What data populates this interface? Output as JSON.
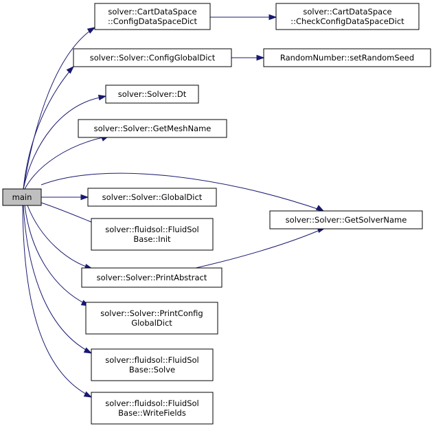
{
  "graph": {
    "nodes": {
      "main": {
        "lines": [
          "main"
        ]
      },
      "cds_config": {
        "lines": [
          "solver::CartDataSpace",
          "::ConfigDataSpaceDict"
        ]
      },
      "cds_check": {
        "lines": [
          "solver::CartDataSpace",
          "::CheckConfigDataSpaceDict"
        ]
      },
      "config_global": {
        "lines": [
          "solver::Solver::ConfigGlobalDict"
        ]
      },
      "random_seed": {
        "lines": [
          "RandomNumber::setRandomSeed"
        ]
      },
      "dt": {
        "lines": [
          "solver::Solver::Dt"
        ]
      },
      "mesh_name": {
        "lines": [
          "solver::Solver::GetMeshName"
        ]
      },
      "global_dict": {
        "lines": [
          "solver::Solver::GlobalDict"
        ]
      },
      "solver_name": {
        "lines": [
          "solver::Solver::GetSolverName"
        ]
      },
      "init": {
        "lines": [
          "solver::fluidsol::FluidSol",
          "Base::Init"
        ]
      },
      "print_abstract": {
        "lines": [
          "solver::Solver::PrintAbstract"
        ]
      },
      "print_config": {
        "lines": [
          "solver::Solver::PrintConfig",
          "GlobalDict"
        ]
      },
      "solve": {
        "lines": [
          "solver::fluidsol::FluidSol",
          "Base::Solve"
        ]
      },
      "write_fields": {
        "lines": [
          "solver::fluidsol::FluidSol",
          "Base::WriteFields"
        ]
      }
    },
    "edges": [
      [
        "main",
        "cds_config"
      ],
      [
        "cds_config",
        "cds_check"
      ],
      [
        "main",
        "config_global"
      ],
      [
        "config_global",
        "random_seed"
      ],
      [
        "main",
        "dt"
      ],
      [
        "main",
        "mesh_name"
      ],
      [
        "main",
        "solver_name"
      ],
      [
        "main",
        "global_dict"
      ],
      [
        "main",
        "init"
      ],
      [
        "main",
        "print_abstract"
      ],
      [
        "print_abstract",
        "solver_name"
      ],
      [
        "main",
        "print_config"
      ],
      [
        "main",
        "solve"
      ],
      [
        "main",
        "write_fields"
      ]
    ],
    "colors": {
      "edge": "#191970",
      "root_fill": "#bfbfbf",
      "node_fill": "#ffffff",
      "border": "#000000"
    }
  }
}
